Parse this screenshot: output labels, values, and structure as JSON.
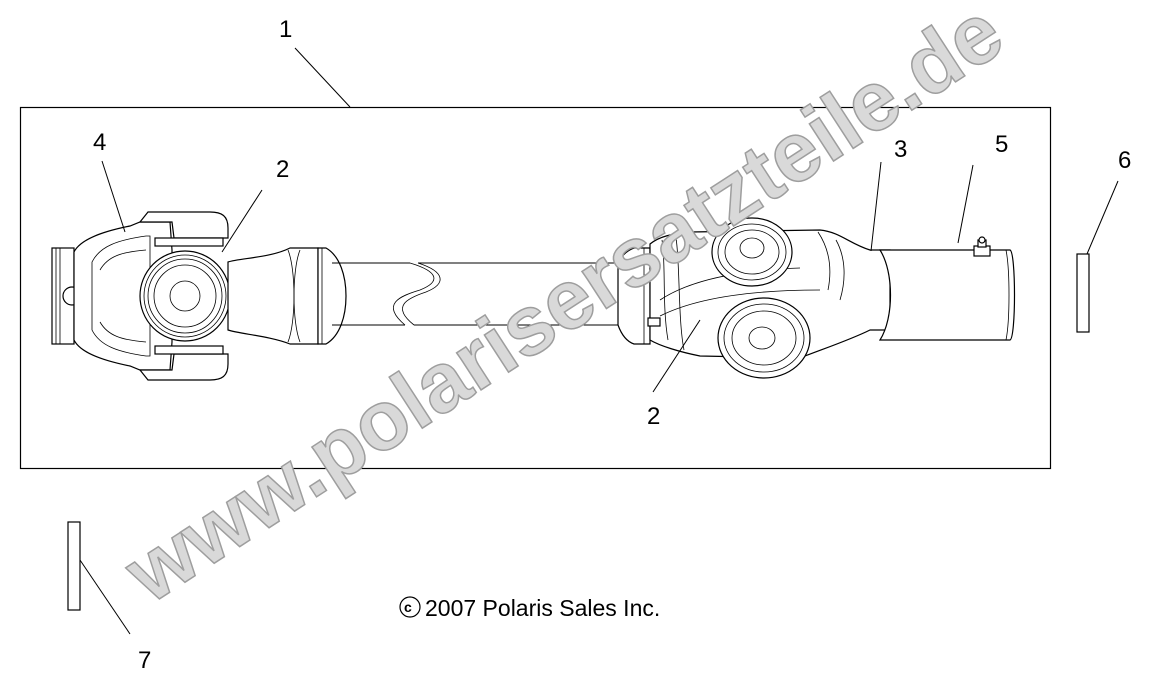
{
  "diagram": {
    "type": "exploded parts diagram",
    "subject": "propeller shaft / drive shaft assembly",
    "callouts": [
      {
        "id": "1",
        "label": "1"
      },
      {
        "id": "2a",
        "label": "2"
      },
      {
        "id": "2b",
        "label": "2"
      },
      {
        "id": "3",
        "label": "3"
      },
      {
        "id": "4",
        "label": "4"
      },
      {
        "id": "5",
        "label": "5"
      },
      {
        "id": "6",
        "label": "6"
      },
      {
        "id": "7",
        "label": "7"
      }
    ],
    "copyright": {
      "symbol": "c",
      "text": "2007 Polaris Sales Inc."
    },
    "watermark": "www.polarisersatzteile.de",
    "colors": {
      "line": "#000000",
      "background": "#ffffff",
      "watermark_fill": "#d9d9d9",
      "watermark_stroke": "#9e9e9e"
    }
  }
}
